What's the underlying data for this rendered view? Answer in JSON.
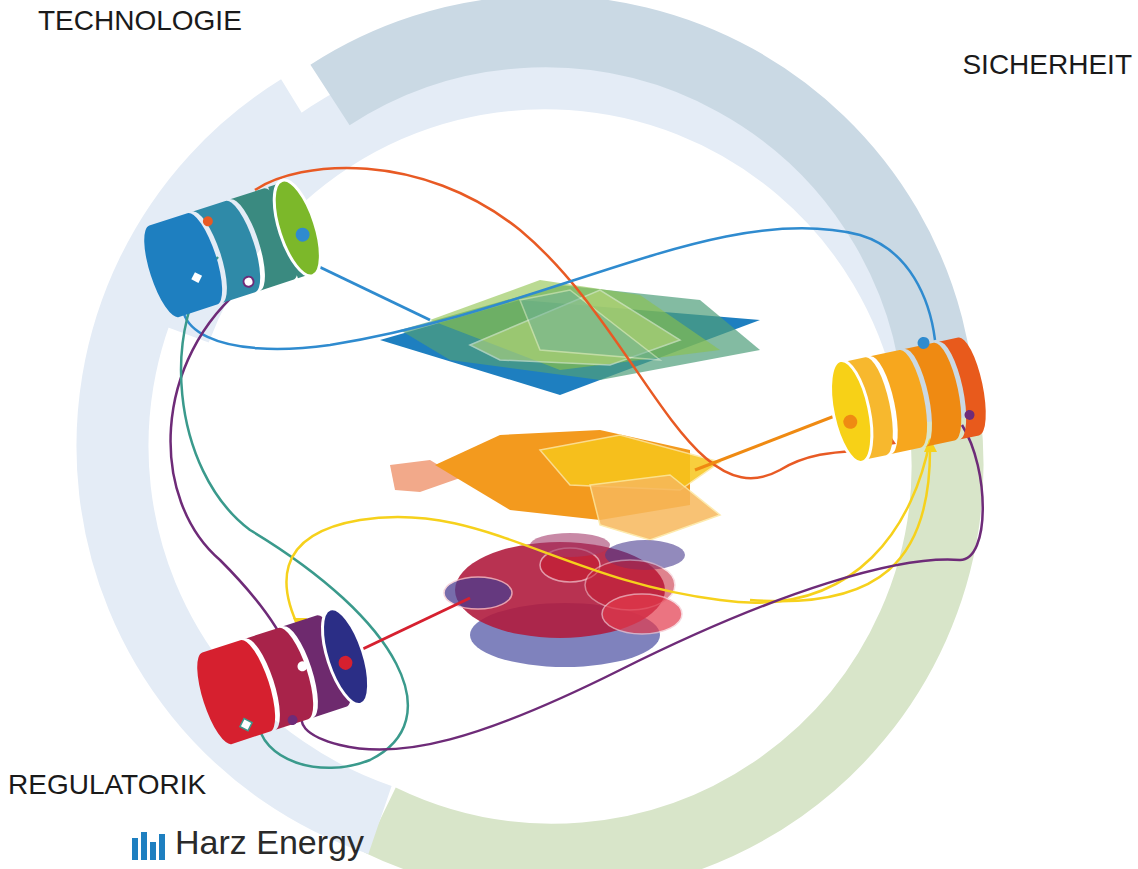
{
  "diagram": {
    "labels": [
      "TECHNOLOGIE",
      "SICHERHEIT",
      "REGULATORIK",
      "Harz Energy"
    ]
  }
}
